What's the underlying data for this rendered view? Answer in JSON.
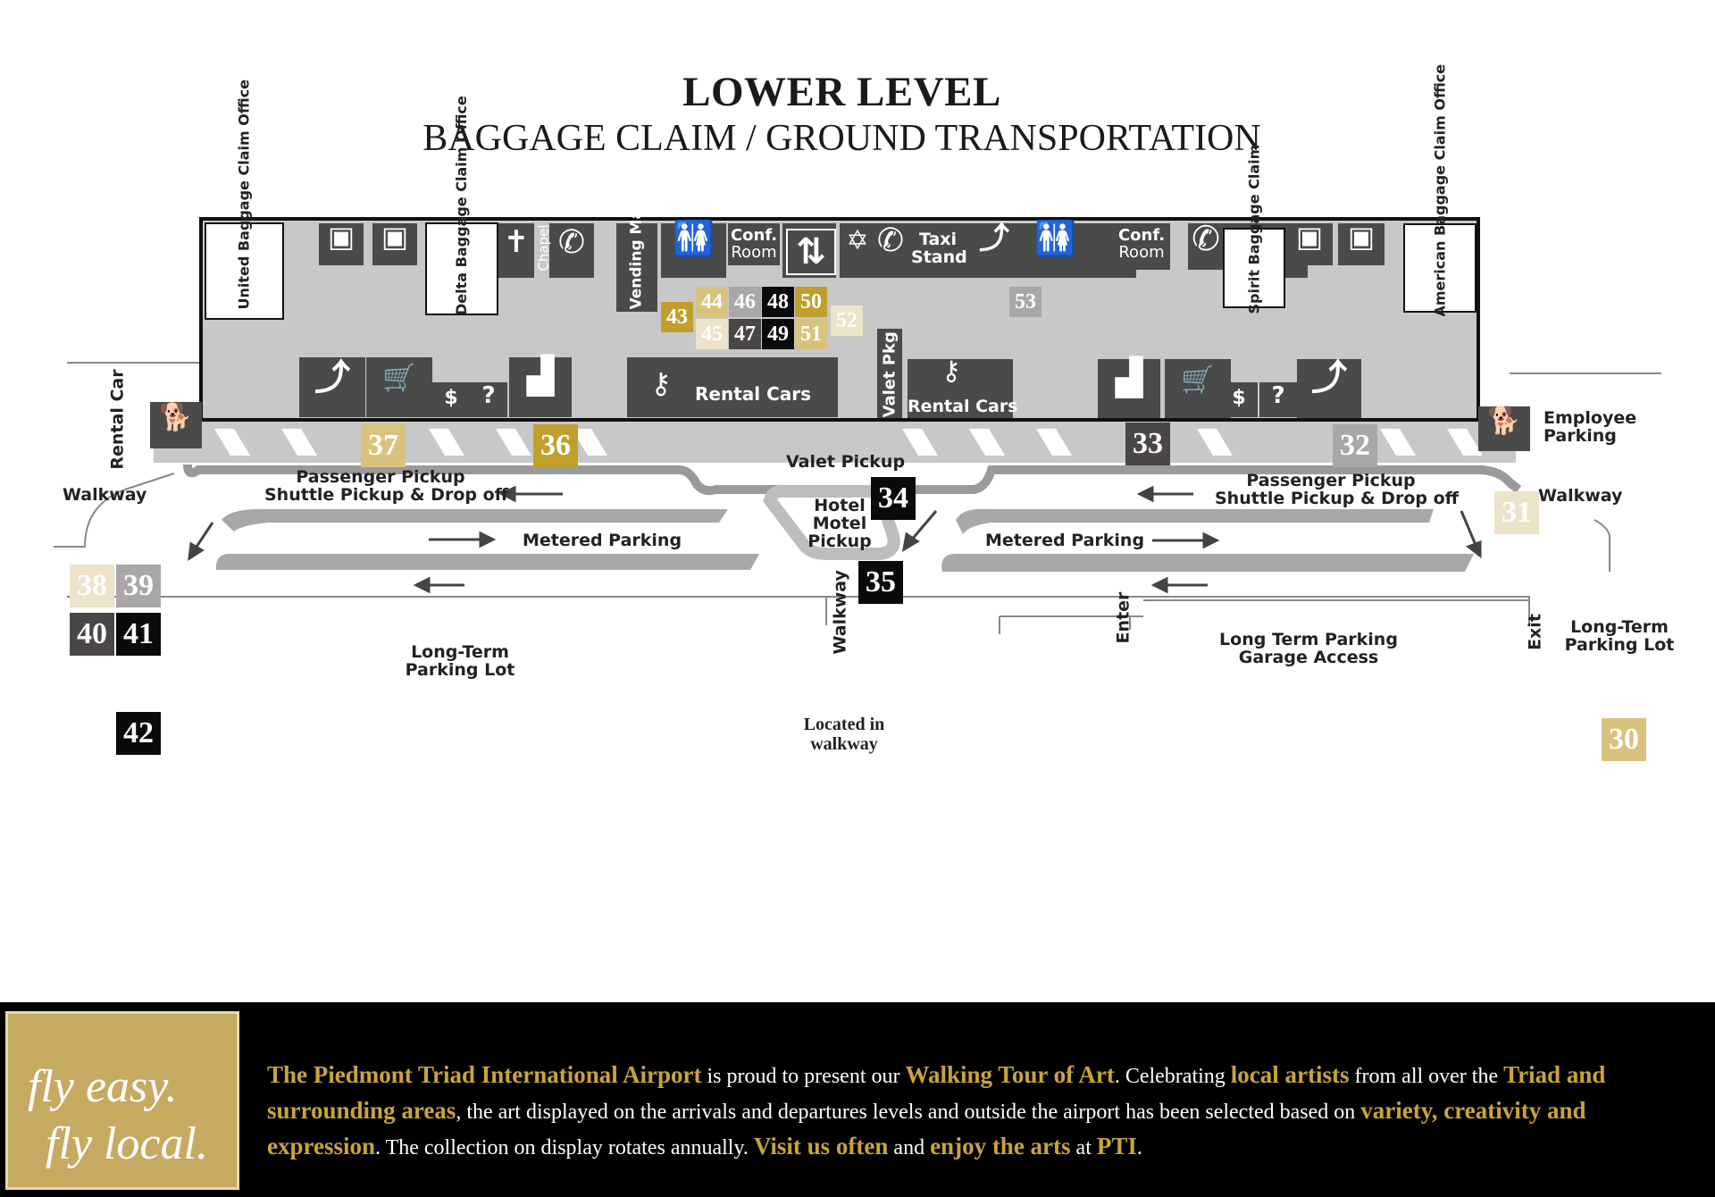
{
  "title": {
    "main": "LOWER LEVEL",
    "sub": "BAGGAGE CLAIM / GROUND TRANSPORTATION"
  },
  "colors": {
    "gold": "#c0a02a",
    "light_gold": "#d9c27e",
    "cream": "#ece3c9",
    "dark": "#4a4646",
    "mid_gray": "#a9a7a7",
    "black": "#0a0a0a",
    "building": "#c8c8c8",
    "icon": "#4a4a4a"
  },
  "offices": {
    "united": [
      "United",
      "Baggage",
      "Claim",
      "Office"
    ],
    "delta": [
      "Delta",
      "Baggage",
      "Claim Office"
    ],
    "spirit": [
      "Spirit",
      "Baggage",
      "Claim"
    ],
    "american": [
      "American",
      "Baggage",
      "Claim Office"
    ]
  },
  "labels": {
    "chapel": "Chapel",
    "vending": [
      "Vending",
      "Machines"
    ],
    "conf_room_left": [
      "Conf.",
      "Room"
    ],
    "conf_room_right": [
      "Conf.",
      "Room"
    ],
    "taxi_stand": [
      "Taxi",
      "Stand"
    ],
    "rental_cars_left": "Rental Cars",
    "rental_cars_right": "Rental Cars",
    "valet_pkg": "Valet Pkg",
    "rental_car": "Rental Car",
    "employee_parking": [
      "Employee",
      "Parking"
    ],
    "valet_pickup": "Valet Pickup",
    "passenger_pickup_left": [
      "Passenger Pickup",
      "Shuttle Pickup & Drop off"
    ],
    "passenger_pickup_right": [
      "Passenger Pickup",
      "Shuttle Pickup & Drop off"
    ],
    "walkway_left": "Walkway",
    "walkway_right": "Walkway",
    "walkway_center": "Walkway",
    "hotel_pickup": [
      "Hotel",
      "Motel",
      "Pickup"
    ],
    "metered_parking_left": "Metered Parking",
    "metered_parking_right": "Metered Parking",
    "long_term_lot_left": [
      "Long-Term",
      "Parking Lot"
    ],
    "long_term_lot_right": [
      "Long-Term",
      "Parking Lot"
    ],
    "garage_access": [
      "Long Term Parking",
      "Garage Access"
    ],
    "enter": "Enter",
    "exit": "Exit",
    "located_in_walkway": [
      "Located in",
      "walkway"
    ],
    "info": "?"
  },
  "icons": [
    "luggage-icon",
    "chapel-cross-icon",
    "telephone-icon",
    "restroom-icon",
    "elevator-icon",
    "star-of-david-icon",
    "escalator-icon",
    "stairs-icon",
    "baggage-cart-icon",
    "money-exchange-icon",
    "information-icon",
    "car-key-icon",
    "dog-icon"
  ],
  "art_locations": [
    {
      "num": "30",
      "color": "light_gold"
    },
    {
      "num": "31",
      "color": "cream"
    },
    {
      "num": "32",
      "color": "mid_gray"
    },
    {
      "num": "33",
      "color": "dark"
    },
    {
      "num": "34",
      "color": "black"
    },
    {
      "num": "35",
      "color": "black"
    },
    {
      "num": "36",
      "color": "gold"
    },
    {
      "num": "37",
      "color": "light_gold"
    },
    {
      "num": "38",
      "color": "cream"
    },
    {
      "num": "39",
      "color": "mid_gray"
    },
    {
      "num": "40",
      "color": "dark"
    },
    {
      "num": "41",
      "color": "black"
    },
    {
      "num": "42",
      "color": "black"
    },
    {
      "num": "43",
      "color": "gold"
    },
    {
      "num": "44",
      "color": "light_gold"
    },
    {
      "num": "45",
      "color": "cream"
    },
    {
      "num": "46",
      "color": "mid_gray"
    },
    {
      "num": "47",
      "color": "dark"
    },
    {
      "num": "48",
      "color": "black"
    },
    {
      "num": "49",
      "color": "black"
    },
    {
      "num": "50",
      "color": "gold"
    },
    {
      "num": "51",
      "color": "light_gold"
    },
    {
      "num": "52",
      "color": "cream"
    },
    {
      "num": "53",
      "color": "mid_gray"
    }
  ],
  "footer": {
    "slogan": [
      "fly easy.",
      "fly local."
    ],
    "blurb": [
      {
        "t": "The Piedmont Triad International Airport",
        "h": true
      },
      {
        "t": " is proud to present our ",
        "h": false
      },
      {
        "t": "Walking Tour of Art",
        "h": true
      },
      {
        "t": ". Celebrating ",
        "h": false
      },
      {
        "t": "local artists",
        "h": true
      },
      {
        "t": " from all over the ",
        "h": false
      },
      {
        "t": "Triad and surrounding areas",
        "h": true
      },
      {
        "t": ", the art displayed on the arrivals and departures levels and outside the airport has been selected based on ",
        "h": false
      },
      {
        "t": "variety, creativity and expression",
        "h": true
      },
      {
        "t": ".  The collection on display rotates annually. ",
        "h": false
      },
      {
        "t": "Visit us often",
        "h": true
      },
      {
        "t": " and ",
        "h": false
      },
      {
        "t": "enjoy the arts",
        "h": true
      },
      {
        "t": " at ",
        "h": false
      },
      {
        "t": "PTI",
        "h": true
      },
      {
        "t": ".",
        "h": false
      }
    ]
  }
}
